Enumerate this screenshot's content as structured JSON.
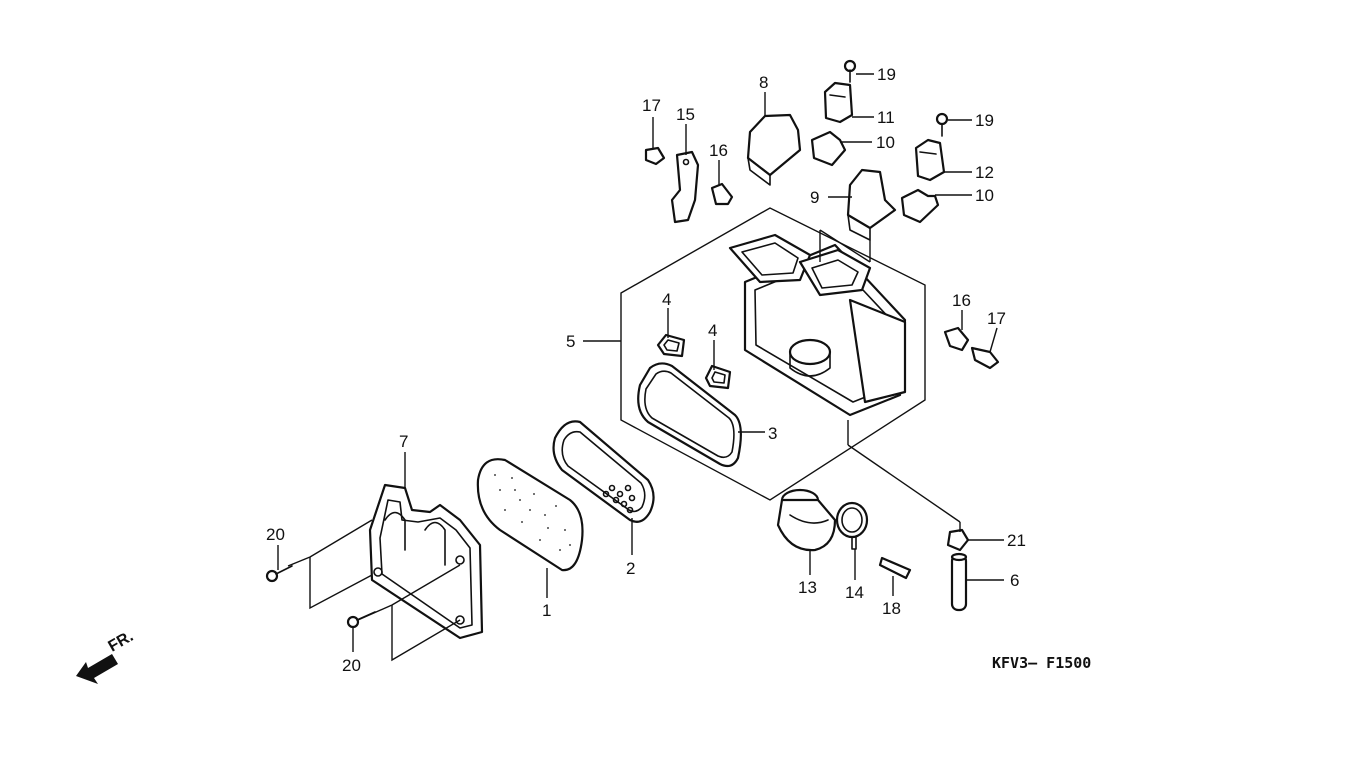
{
  "diagram": {
    "code": "KFV3— F1500",
    "direction_label": "FR.",
    "callouts": {
      "c1": "1",
      "c2": "2",
      "c3": "3",
      "c4a": "4",
      "c4b": "4",
      "c5": "5",
      "c6": "6",
      "c7": "7",
      "c8": "8",
      "c9": "9",
      "c10a": "10",
      "c10b": "10",
      "c11": "11",
      "c12": "12",
      "c13": "13",
      "c14": "14",
      "c15": "15",
      "c16a": "16",
      "c16b": "16",
      "c17a": "17",
      "c17b": "17",
      "c18": "18",
      "c19a": "19",
      "c19b": "19",
      "c20a": "20",
      "c20b": "20",
      "c21": "21"
    },
    "icons": {
      "direction": "front-arrow-icon"
    }
  }
}
